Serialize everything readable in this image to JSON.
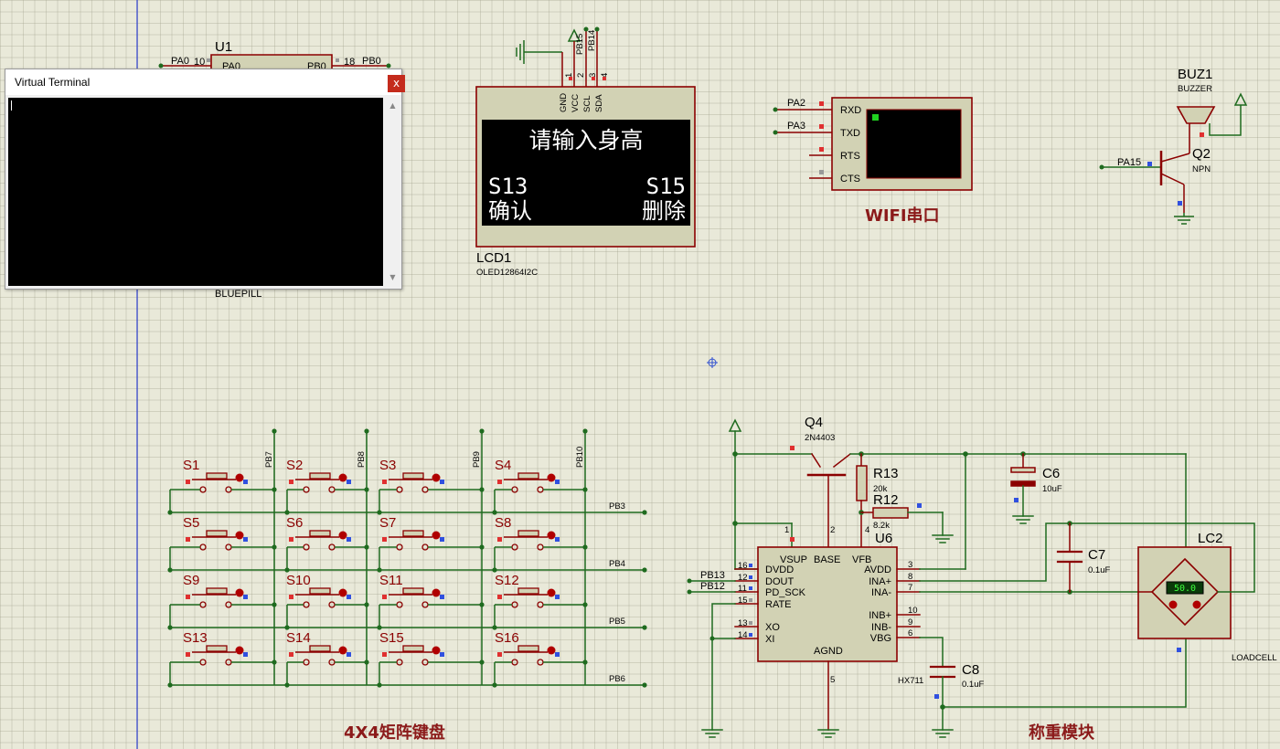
{
  "terminal": {
    "title": "Virtual Terminal",
    "close_glyph": "x",
    "scroll_up": "▲",
    "scroll_down": "▼"
  },
  "mcu": {
    "ref": "U1",
    "name": "BLUEPILL",
    "pins": [
      {
        "net": "PA0",
        "num": "10",
        "name": "PA0"
      },
      {
        "net": "PB0",
        "num": "18",
        "name": "PB0"
      }
    ]
  },
  "lcd": {
    "ref": "LCD1",
    "part": "OLED12864I2C",
    "pin_names": [
      "GND",
      "VCC",
      "SCL",
      "SDA"
    ],
    "pin_nums": [
      "1",
      "2",
      "3",
      "4"
    ],
    "nets": [
      "PB15",
      "PB14"
    ],
    "line1": "请输入身高",
    "left_key": "S13",
    "right_key": "S15",
    "left_action": "确认",
    "right_action": "删除"
  },
  "wifi": {
    "caption": "WIFI串口",
    "pins": [
      "RXD",
      "TXD",
      "RTS",
      "CTS"
    ],
    "nets": [
      "PA2",
      "PA3"
    ]
  },
  "buzzer": {
    "ref": "BUZ1",
    "part": "BUZZER",
    "q_ref": "Q2",
    "q_type": "NPN",
    "net": "PA15"
  },
  "keypad": {
    "caption": "4X4矩阵键盘",
    "switches": [
      "S1",
      "S2",
      "S3",
      "S4",
      "S5",
      "S6",
      "S7",
      "S8",
      "S9",
      "S10",
      "S11",
      "S12",
      "S13",
      "S14",
      "S15",
      "S16"
    ],
    "cols": [
      "PB7",
      "PB8",
      "PB9",
      "PB10"
    ],
    "rows": [
      "PB3",
      "PB4",
      "PB5",
      "PB6"
    ]
  },
  "scale": {
    "caption": "称重模块",
    "q4_ref": "Q4",
    "q4_part": "2N4403",
    "r13_ref": "R13",
    "r13_val": "20k",
    "r12_ref": "R12",
    "r12_val": "8.2k",
    "c6_ref": "C6",
    "c6_val": "10uF",
    "c7_ref": "C7",
    "c7_val": "0.1uF",
    "c8_ref": "C8",
    "c8_val": "0.1uF",
    "u6_ref": "U6",
    "u6_part": "HX711",
    "u6_left": [
      {
        "num": "16",
        "name": "DVDD"
      },
      {
        "num": "12",
        "name": "DOUT"
      },
      {
        "num": "11",
        "name": "PD_SCK"
      },
      {
        "num": "15",
        "name": "RATE"
      },
      {
        "num": "13",
        "name": "XO"
      },
      {
        "num": "14",
        "name": "XI"
      }
    ],
    "u6_right": [
      {
        "num": "3",
        "name": "AVDD"
      },
      {
        "num": "8",
        "name": "INA+"
      },
      {
        "num": "7",
        "name": "INA-"
      },
      {
        "num": "10",
        "name": "INB+"
      },
      {
        "num": "9",
        "name": "INB-"
      },
      {
        "num": "6",
        "name": "VBG"
      }
    ],
    "u6_top": [
      {
        "num": "1",
        "name": "VSUP"
      },
      {
        "num": "2",
        "name": "BASE"
      },
      {
        "num": "4",
        "name": "VFB"
      }
    ],
    "u6_bottom": {
      "num": "5",
      "name": "AGND"
    },
    "u6_nets": [
      "PB13",
      "PB12"
    ],
    "lc_ref": "LC2",
    "lc_part": "LOADCELL",
    "lc_reading": "50.0"
  },
  "colors": {
    "wire": "#1f6b1f",
    "component": "#8b0000",
    "body": "#d2d2b4",
    "grid": "#e9e9d9"
  }
}
